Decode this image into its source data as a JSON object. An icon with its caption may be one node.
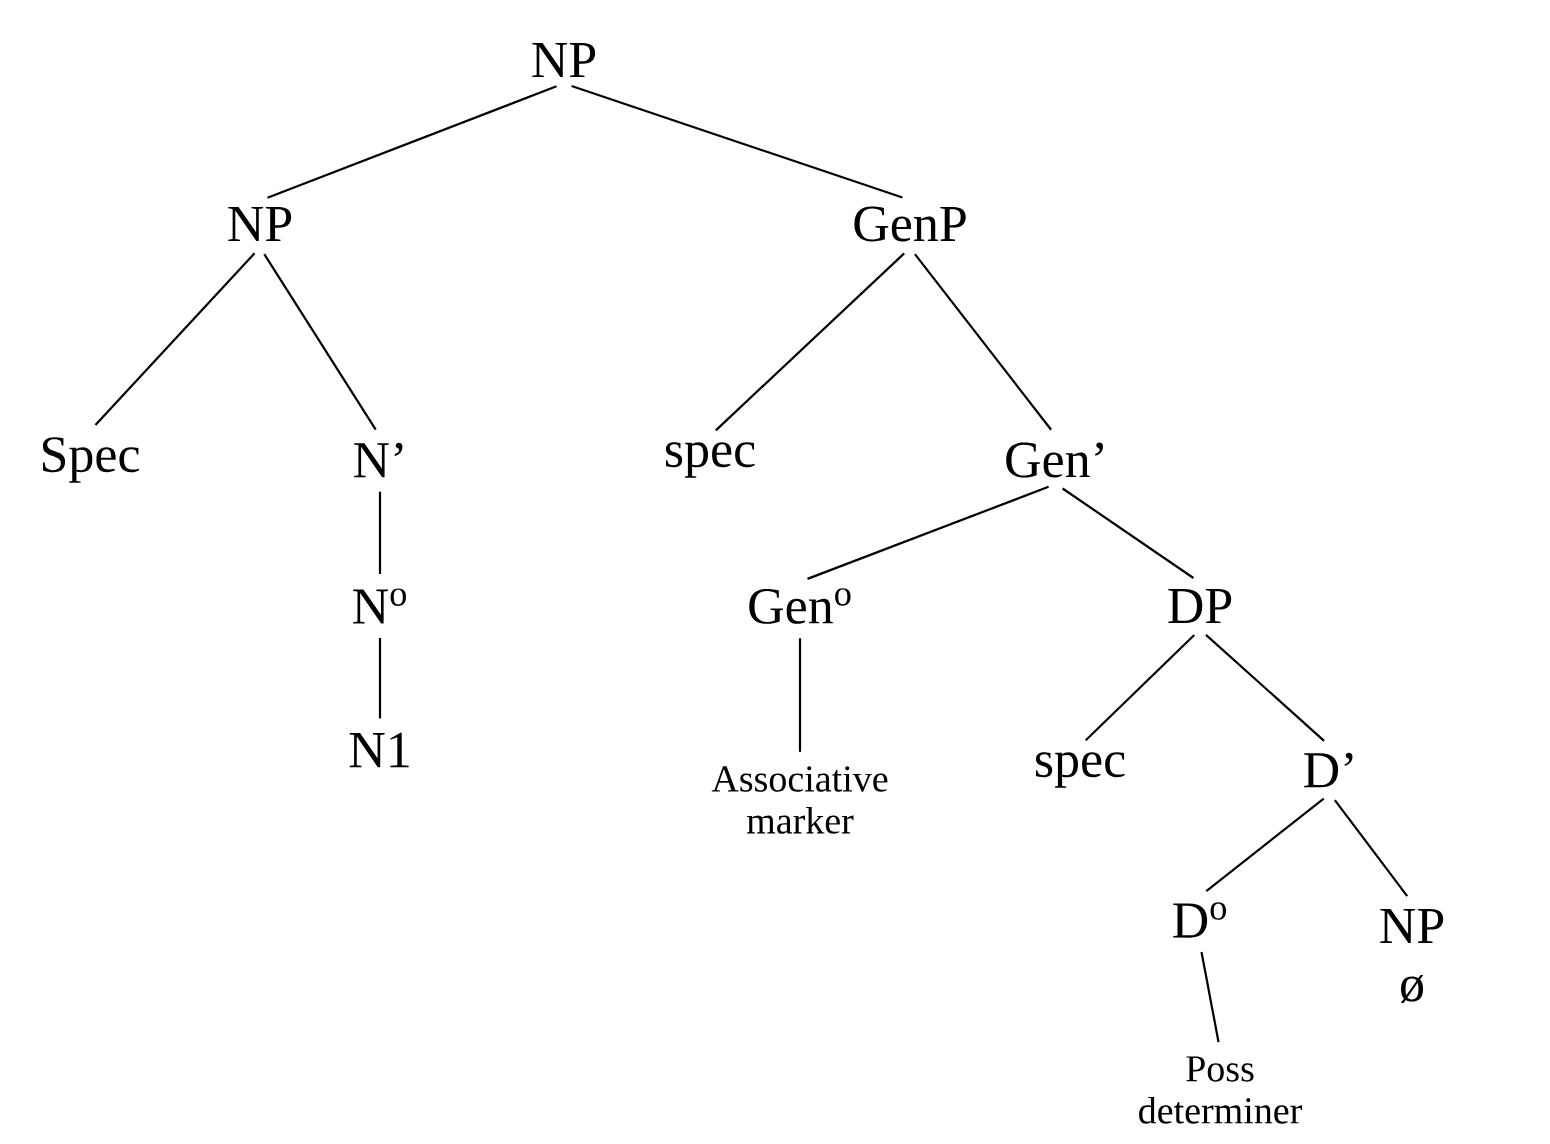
{
  "diagram": {
    "nodes": [
      {
        "text": [
          "NP"
        ]
      },
      {
        "text": [
          "NP"
        ]
      },
      {
        "text": [
          "GenP"
        ]
      },
      {
        "text": [
          "Spec"
        ]
      },
      {
        "text": [
          "N’"
        ]
      },
      {
        "text": [
          "spec"
        ]
      },
      {
        "text": [
          "Gen’"
        ]
      },
      {
        "text": [
          "N$^{o}$"
        ]
      },
      {
        "text": [
          "N1"
        ]
      },
      {
        "text": [
          "Gen$^{o}$"
        ]
      },
      {
        "text": [
          "DP"
        ]
      },
      {
        "text": [
          "Associative marker"
        ]
      },
      {
        "text": [
          "spec"
        ]
      },
      {
        "text": [
          "D’"
        ]
      },
      {
        "text": [
          "D$^{o}$"
        ]
      },
      {
        "text": [
          "NP",
          "ø"
        ]
      },
      {
        "text": [
          "Poss determiner"
        ]
      }
    ],
    "edges": [
      {
        "from": 0,
        "to": 1,
        "arrow": "none"
      },
      {
        "from": 0,
        "to": 2,
        "arrow": "none"
      },
      {
        "from": 1,
        "to": 3,
        "arrow": "none"
      },
      {
        "from": 1,
        "to": 4,
        "arrow": "none"
      },
      {
        "from": 2,
        "to": 5,
        "arrow": "none"
      },
      {
        "from": 2,
        "to": 6,
        "arrow": "none"
      },
      {
        "from": 4,
        "to": 7,
        "arrow": "none"
      },
      {
        "from": 7,
        "to": 8,
        "arrow": "none"
      },
      {
        "from": 6,
        "to": 9,
        "arrow": "none"
      },
      {
        "from": 6,
        "to": 10,
        "arrow": "none"
      },
      {
        "from": 9,
        "to": 11,
        "arrow": "none"
      },
      {
        "from": 10,
        "to": 12,
        "arrow": "none"
      },
      {
        "from": 10,
        "to": 13,
        "arrow": "none"
      },
      {
        "from": 13,
        "to": 14,
        "arrow": "none"
      },
      {
        "from": 13,
        "to": 15,
        "arrow": "none"
      },
      {
        "from": 14,
        "to": 16,
        "arrow": "none"
      }
    ]
  }
}
